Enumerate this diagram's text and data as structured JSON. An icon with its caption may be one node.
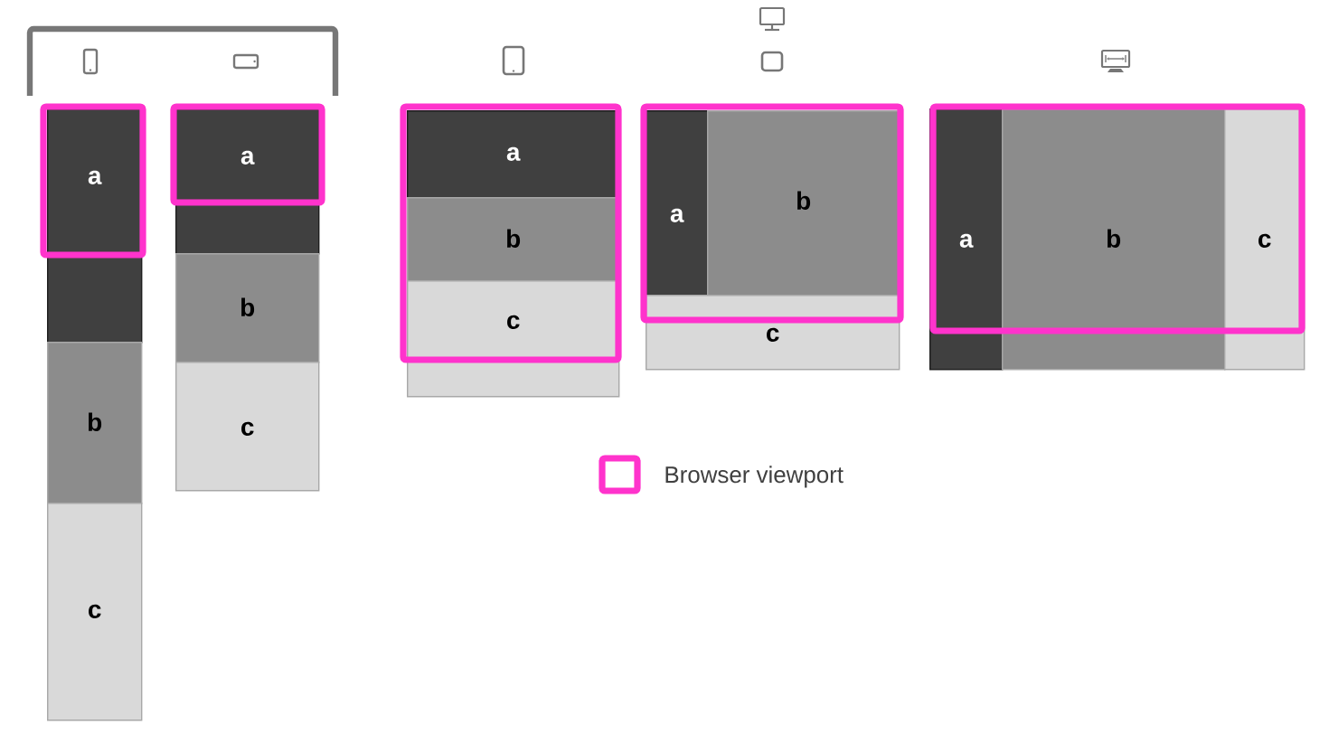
{
  "diagram": {
    "nodes": [
      {
        "text": [
          "a"
        ]
      },
      {
        "text": [
          "b"
        ]
      },
      {
        "text": [
          "c"
        ]
      },
      {
        "text": [
          "a"
        ]
      },
      {
        "text": [
          "b"
        ]
      },
      {
        "text": [
          "c"
        ]
      },
      {
        "text": [
          "a"
        ]
      },
      {
        "text": [
          "b"
        ]
      },
      {
        "text": [
          "c"
        ]
      },
      {
        "text": [
          "a"
        ]
      },
      {
        "text": [
          "b"
        ]
      },
      {
        "text": [
          "c"
        ]
      },
      {
        "text": [
          "a"
        ]
      },
      {
        "text": [
          "b"
        ]
      },
      {
        "text": [
          "c"
        ]
      }
    ],
    "legend": [
      {
        "text": "Browser viewport"
      }
    ]
  }
}
